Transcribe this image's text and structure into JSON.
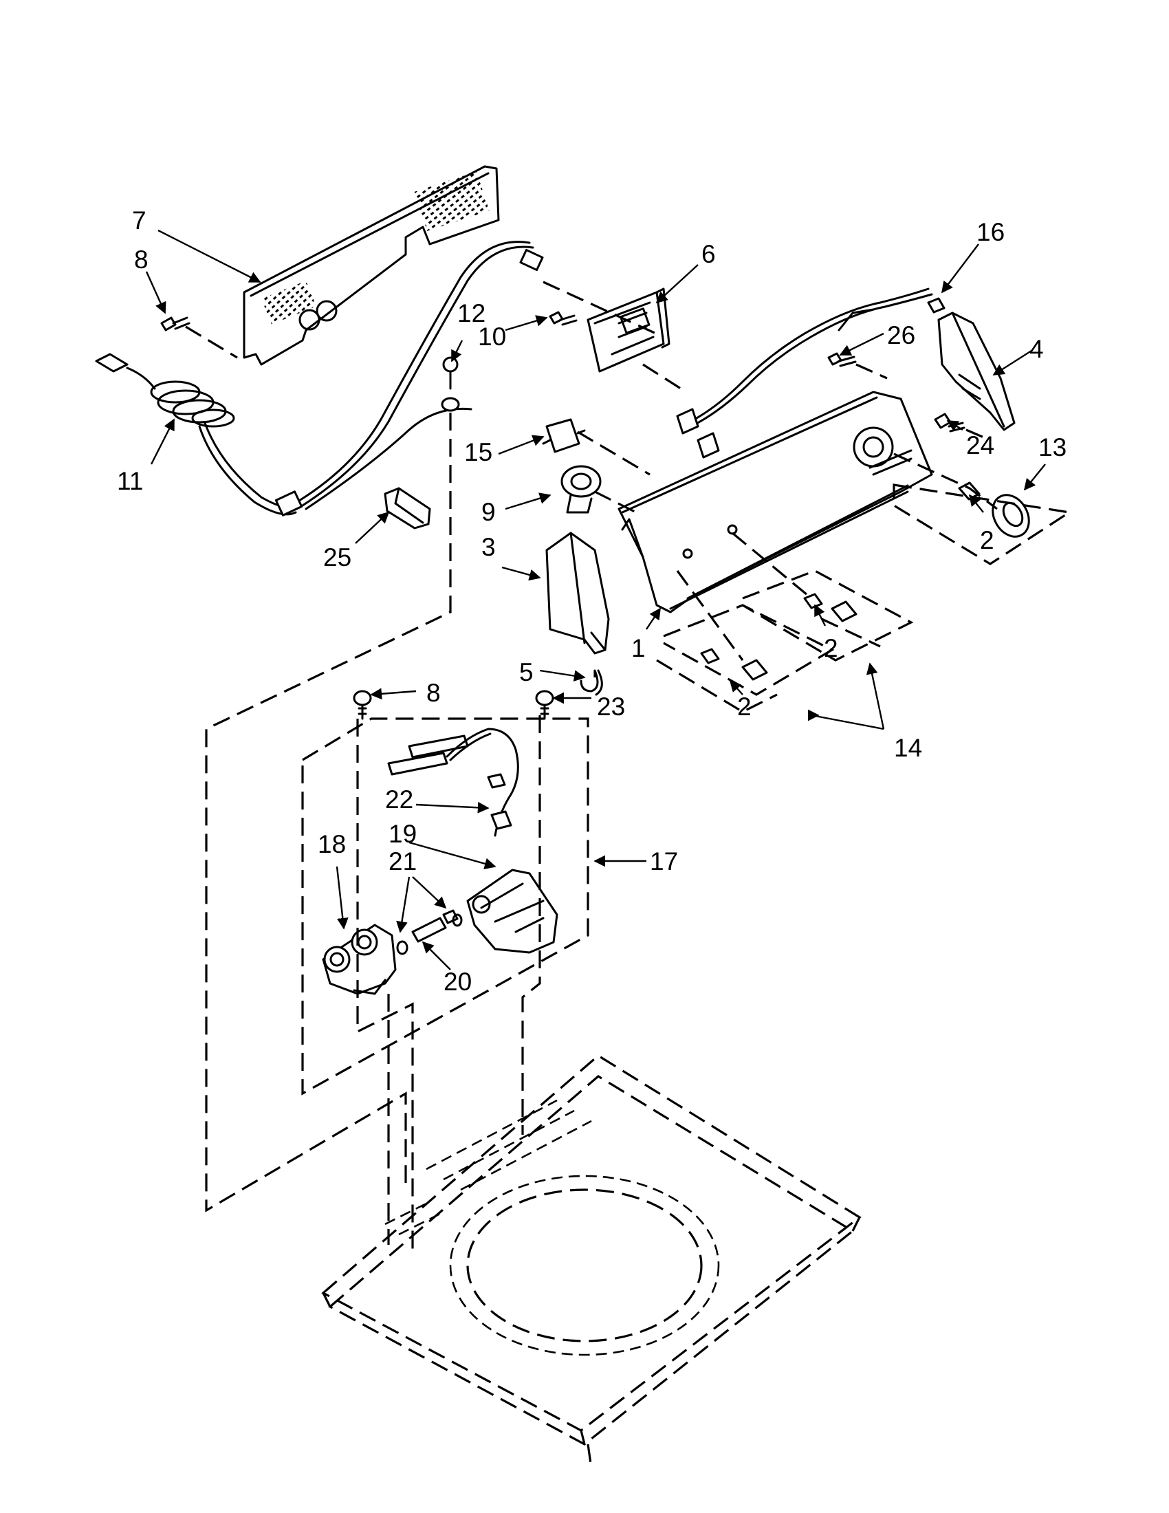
{
  "callouts": {
    "c1": "1",
    "c2a": "2",
    "c2b": "2",
    "c2c": "2",
    "c3": "3",
    "c4": "4",
    "c5": "5",
    "c6": "6",
    "c7": "7",
    "c8a": "8",
    "c8b": "8",
    "c9": "9",
    "c10": "10",
    "c11": "11",
    "c12": "12",
    "c13": "13",
    "c14": "14",
    "c15": "15",
    "c16": "16",
    "c17": "17",
    "c18": "18",
    "c19": "19",
    "c20": "20",
    "c21": "21",
    "c22": "22",
    "c23": "23",
    "c24": "24",
    "c25": "25",
    "c26": "26"
  }
}
